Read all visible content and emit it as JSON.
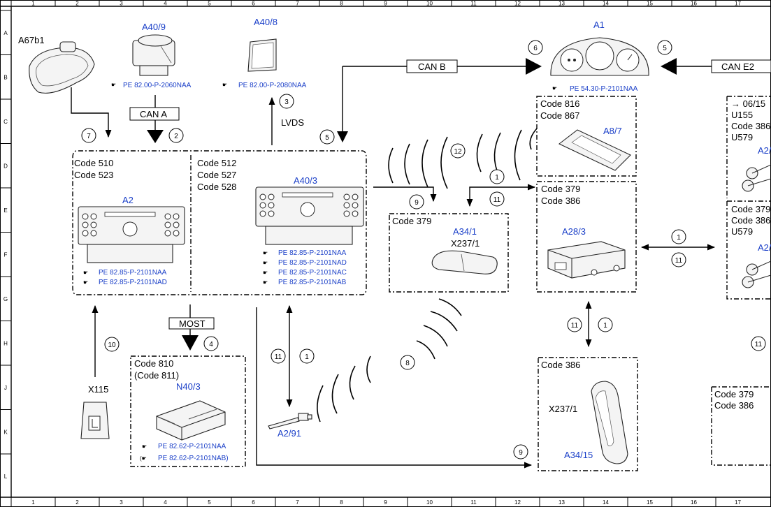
{
  "grid": {
    "columns": [
      "1",
      "2",
      "3",
      "4",
      "5",
      "6",
      "7",
      "8",
      "9",
      "10",
      "11",
      "12",
      "13",
      "14",
      "15",
      "16",
      "17"
    ],
    "rows": [
      "A",
      "B",
      "C",
      "D",
      "E",
      "F",
      "G",
      "H",
      "J",
      "K",
      "L"
    ]
  },
  "components": {
    "a67b1": "A67b1",
    "a40_9": "A40/9",
    "a40_8": "A40/8",
    "a1": "A1",
    "a2": "A2",
    "a40_3": "A40/3",
    "a34_1": "A34/1",
    "x237_1": "X237/1",
    "a8_7": "A8/7",
    "a28_3": "A28/3",
    "x115": "X115",
    "n40_3": "N40/3",
    "a2_91": "A2/91",
    "a34_15": "A34/15",
    "x237_1_b": "X237/1",
    "a2_partial1": "A2/",
    "a2_partial2": "A2/"
  },
  "references": {
    "a40_9": "PE 82.00-P-2060NAA",
    "a40_8": "PE 82.00-P-2080NAA",
    "a1": "PE 54.30-P-2101NAA",
    "a2_1": "PE 82.85-P-2101NAA",
    "a2_2": "PE 82.85-P-2101NAD",
    "a40_3_1": "PE 82.85-P-2101NAA",
    "a40_3_2": "PE 82.85-P-2101NAD",
    "a40_3_3": "PE 82.85-P-2101NAC",
    "a40_3_4": "PE 82.85-P-2101NAB",
    "n40_3_1": "PE 82.62-P-2101NAA",
    "n40_3_2": "PE 82.62-P-2101NAB)"
  },
  "codes": {
    "a2_box": [
      "Code 510",
      "Code 523"
    ],
    "a40_3_box": [
      "Code 512",
      "Code 527",
      "Code 528"
    ],
    "a34_1_box": [
      "Code 379"
    ],
    "a8_7_box": [
      "Code 816",
      "Code 867"
    ],
    "a28_3_box": [
      "Code 379",
      "Code 386"
    ],
    "n40_3_box": [
      "Code 810",
      "(Code 811)"
    ],
    "a34_15_box": [
      "Code 386"
    ],
    "right_top_box": [
      "→ 06/15",
      "U155",
      "Code 386",
      "U579"
    ],
    "right_mid_box": [
      "Code 379",
      "Code 386",
      "U579"
    ],
    "right_bottom_box": [
      "Code 379",
      "Code 386"
    ]
  },
  "buses": {
    "can_a": "CAN A",
    "can_b": "CAN B",
    "can_e2": "CAN E2",
    "most": "MOST",
    "lvds": "LVDS"
  },
  "callouts": [
    "1",
    "2",
    "3",
    "4",
    "5",
    "6",
    "7",
    "8",
    "9",
    "10",
    "11",
    "12"
  ],
  "colors": {
    "component_label": "#1a3fc8",
    "line": "#000000",
    "background": "#ffffff"
  }
}
